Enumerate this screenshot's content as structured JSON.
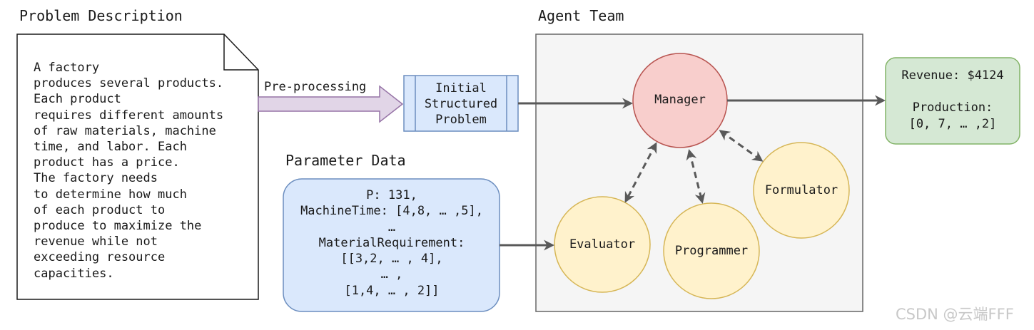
{
  "titles": {
    "problem_description": "Problem Description",
    "agent_team": "Agent Team",
    "parameter_data": "Parameter Data"
  },
  "problem_text": "A factory\nproduces several products.\nEach product\nrequires different amounts\nof raw materials, machine\ntime, and labor. Each\nproduct has a price.\nThe factory needs\nto determine how much\nof each product to\nproduce to maximize the\nrevenue while not\nexceeding resource\ncapacities.",
  "preprocessing_label": "Pre-processing",
  "structured_problem_text": "Initial\nStructured\nProblem",
  "parameter_text": "P: 131,\nMachineTime: [4,8, … ,5],\n…\nMaterialRequirement:\n[[3,2, … , 4],\n… ,\n[1,4, … , 2]]",
  "agents": {
    "manager": "Manager",
    "evaluator": "Evaluator",
    "programmer": "Programmer",
    "formulator": "Formulator"
  },
  "result_text": "Revenue: $4124\n\nProduction:\n[0, 7,  … ,2]",
  "watermark": "CSDN @云端FFF",
  "colors": {
    "manager_fill": "#f8cecc",
    "manager_stroke": "#b85450",
    "agent_fill": "#fff2cc",
    "agent_stroke": "#d6b656",
    "blue_fill": "#dae8fc",
    "blue_stroke": "#6c8ebf",
    "green_fill": "#d5e8d4",
    "green_stroke": "#82b366",
    "arrow_fill": "#e1d5e7",
    "arrow_stroke": "#9673a6",
    "team_bg": "#f5f5f5",
    "connector": "#595959"
  }
}
